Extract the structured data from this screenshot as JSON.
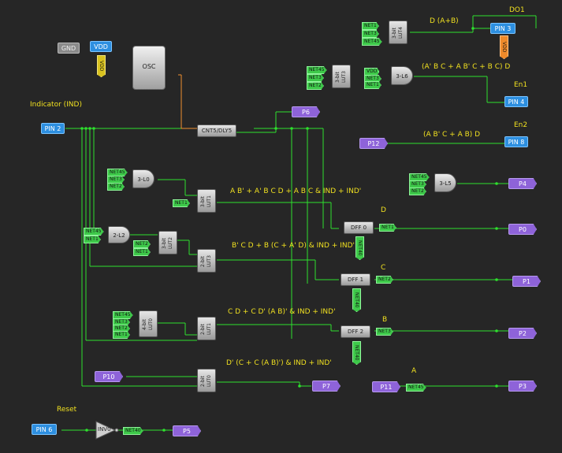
{
  "pins": {
    "gnd": "GND",
    "vdd": "VDD",
    "pin2": "PIN 2",
    "pin3": "PIN 3",
    "pin4": "PIN 4",
    "pin8": "PIN 8",
    "pin6": "PIN 6",
    "p6": "P6",
    "p12": "P12",
    "p4": "P4",
    "p0": "P0",
    "p1": "P1",
    "p2": "P2",
    "p7": "P7",
    "p3": "P3",
    "p5": "P5",
    "p10": "P10",
    "p11": "P11"
  },
  "vertical_labels": {
    "vdd_tag": "VDD",
    "vdd_do1": "VDD"
  },
  "blocks": {
    "osc": "OSC",
    "cnt": "CNT5/DLY5",
    "lut4": "3-bit LUT4",
    "lut3": "3-bit LUT3",
    "l6": "3-L6",
    "l0": "3-L0",
    "lut1": "3-bit LUT1",
    "l2": "2-L2",
    "lut2": "3-bit LUT2",
    "lut3b": "2-bit LUT3",
    "l5": "3-L5",
    "lut0_4": "4-bit LUT0",
    "lut1b": "2-bit LUT1",
    "lut0_2": "2-bit LUT0",
    "dff0": "DFF 0",
    "dff1": "DFF 1",
    "dff2": "DFF 2",
    "inv0": "INV0"
  },
  "nets": {
    "lut4_in": [
      "NET1",
      "NET3",
      "NET45"
    ],
    "lut3_in": [
      "NET45",
      "NET3",
      "NET2"
    ],
    "l6_in": [
      "VDD",
      "NET3",
      "NET1"
    ],
    "l0_in": [
      "NET45",
      "NET3",
      "NET2"
    ],
    "lut1_in": "NET1",
    "l2_in": [
      "NET45",
      "NET1"
    ],
    "lut2_in": [
      "NET2",
      "NET1"
    ],
    "l5_in": [
      "NET45",
      "NET3",
      "NET2"
    ],
    "lut0_in": [
      "NET45",
      "NET3",
      "NET2",
      "NET1"
    ],
    "dff0_out": "NET1",
    "dff1_out": "NET2",
    "dff2_out": "NET3",
    "p11_net": "NET45",
    "inv_out": "NET40",
    "dff0_clk": "NET40",
    "dff1_clk": "NET40",
    "dff2_clk": "NET40"
  },
  "annotations": {
    "indicator": "Indicator (IND)",
    "da_b": "D (A+B)",
    "do1": "DO1",
    "l6_expr": "(A' B C + A B' C + B C) D",
    "en1": "En1",
    "en2": "En2",
    "en2_expr": "(A B' C + A B) D",
    "lut1_expr": "A B' + A' B C D + A B C & IND + IND'",
    "d": "D",
    "lut3_expr": "B' C D + B (C + A' D) & IND + IND'",
    "c": "C",
    "lut0_expr": "C D + C D' (A B)' & IND + IND'",
    "b": "B",
    "p10_expr": "D' (C + C (A B)') & IND + IND'",
    "a": "A",
    "reset": "Reset"
  },
  "colors": {
    "background": "#262626",
    "wire": "#2ee02e",
    "clock_wire": "#f09030",
    "annotation": "#f0e020",
    "io_pin": "#2d8fe0",
    "virtual_pin": "#8e63d9"
  }
}
